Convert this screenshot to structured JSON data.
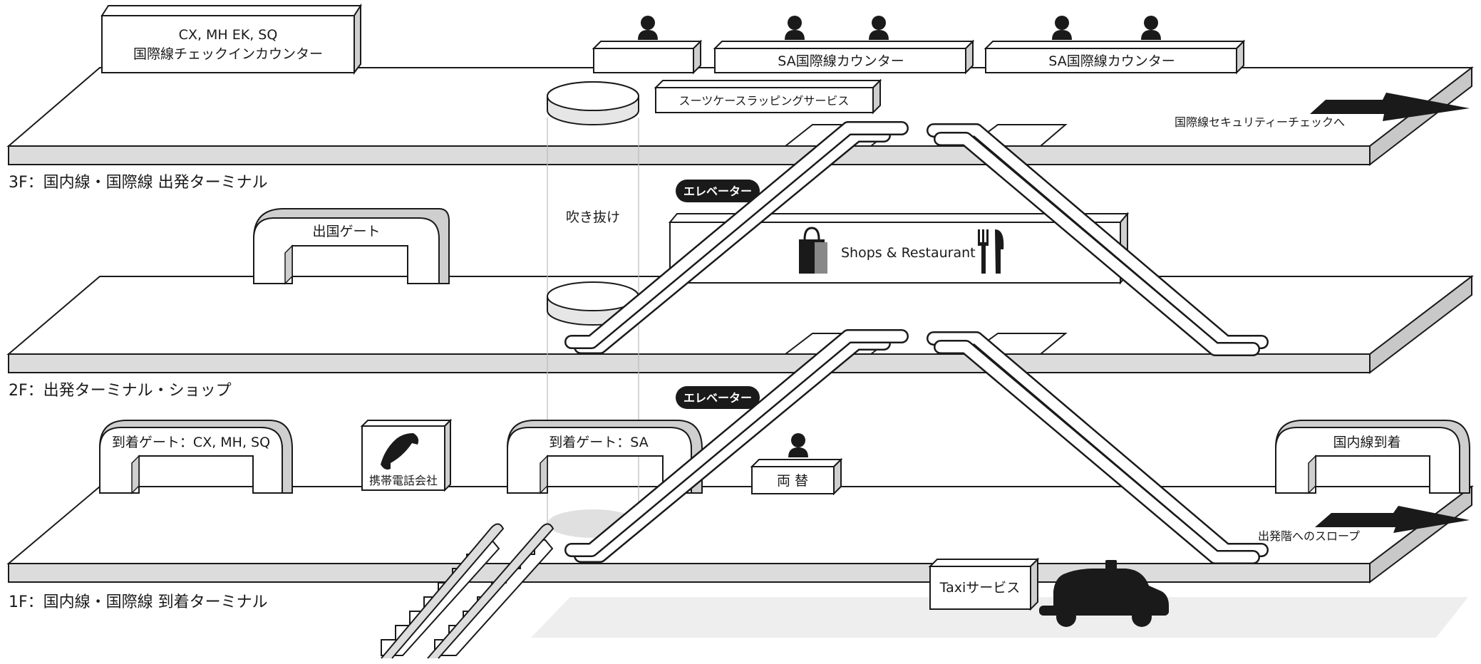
{
  "floors": {
    "f3": {
      "label": "3F：国内線・国際線 出発ターミナル"
    },
    "f2": {
      "label": "2F：出発ターミナル・ショップ"
    },
    "f1": {
      "label": "1F：国内線・国際線 到着ターミナル"
    }
  },
  "floor3": {
    "intl_checkin_line1": "CX, MH EK, SQ",
    "intl_checkin_line2": "国際線チェックインカウンター",
    "sa_counter_1": "SA国際線カウンター",
    "sa_counter_2": "SA国際線カウンター",
    "suitcase_wrapping": "スーツケースラッピングサービス",
    "to_security": "国際線セキュリティーチェックへ",
    "atrium": "吹き抜け"
  },
  "floor2": {
    "elevator": "エレベーター",
    "departure_gate": "出国ゲート",
    "shops": "Shops & Restaurant"
  },
  "floor1": {
    "elevator": "エレベーター",
    "arrival_gate_1": "到着ゲート：CX, MH, SQ",
    "mobile_phone": "携帯電話会社",
    "arrival_gate_sa": "到着ゲート：SA",
    "exchange": "両 替",
    "domestic_arrival": "国内線到着",
    "slope": "出発階へのスロープ",
    "taxi": "Taxiサービス"
  },
  "icons": [
    "person-icon",
    "shopping-bag-icon",
    "fork-knife-icon",
    "phone-icon",
    "taxi-icon",
    "arrow-right-icon",
    "escalator-icon"
  ],
  "colors": {
    "line": "#1a1a1a",
    "floor_top": "#ffffff",
    "floor_side": "#dcdcdc",
    "pill": "#1a1a1a",
    "road": "#eeeeee"
  }
}
